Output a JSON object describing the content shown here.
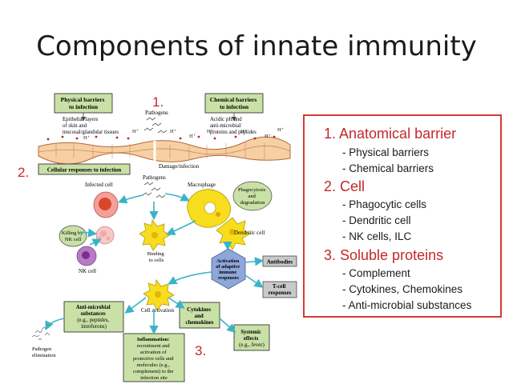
{
  "slide": {
    "title": "Components of innate immunity"
  },
  "diagram": {
    "num1": "1.",
    "num2": "2.",
    "num3": "3.",
    "physical_box": [
      "Physical barriers",
      "to infection"
    ],
    "chemical_box": [
      "Chemical barriers",
      "to infection"
    ],
    "pathogens_top": "Pathogens",
    "epithelial_note": [
      "Epithelial layers",
      "of skin and",
      "mucosal/glandular tissues"
    ],
    "acidic_note": [
      "Acidic pH and",
      "anti-microbial",
      "proteins and peptides"
    ],
    "h_plus": "H⁺",
    "cellular_box": "Cellular responses to infection",
    "damage": "Damage/infection",
    "pathogens_mid": "Pathogens",
    "infected_cell": "Infected cell",
    "macrophage": "Macrophage",
    "phagocytosis": [
      "Phagocytosis",
      "and",
      "degradation"
    ],
    "killing": [
      "Killing by",
      "NK cell"
    ],
    "dendritic_cell": "Dendritic cell",
    "nk_cell": "NK cell",
    "binding": [
      "Binding",
      "to cells"
    ],
    "adaptive": [
      "Activation",
      "of adaptive",
      "immune",
      "responses"
    ],
    "antibodies": "Antibodies",
    "tcell": [
      "T-cell",
      "responses"
    ],
    "cell_activation": "Cell activation",
    "antimicrobial_box": [
      "Anti-microbial",
      "substances",
      "(e.g., peptides,",
      "interferons)"
    ],
    "cytokines_box": [
      "Cytokines",
      "and",
      "chemokines"
    ],
    "systemic_box": [
      "Systemic",
      "effects",
      "(e.g., fever)"
    ],
    "pathogen_elim": [
      "Pathogen",
      "elimination"
    ],
    "inflammation_box": [
      "Inflammation:",
      "recruitment and",
      "activation of",
      "protective cells and",
      "molecules (e.g.,",
      "complement) to the",
      "infection site"
    ]
  },
  "panel": {
    "h1": "1. Anatomical barrier",
    "h1_items": [
      "- Physical barriers",
      "- Chemical barriers"
    ],
    "h2": "2. Cell",
    "h2_items": [
      "- Phagocytic cells",
      "- Dendritic cell",
      "- NK cells, ILC"
    ],
    "h3": "3. Soluble proteins",
    "h3_items": [
      "- Complement",
      "- Cytokines, Chemokines",
      "- Anti-microbial substances"
    ]
  },
  "colors": {
    "accent_red": "#c5282a",
    "box_green": "#c9e1a6",
    "arrow_teal": "#3ab3c6",
    "tissue": "#f6cfa2",
    "yellow_cell": "#f7dd1e",
    "hex_purple": "#8ea7d9",
    "gray_box": "#c9c9c9"
  }
}
